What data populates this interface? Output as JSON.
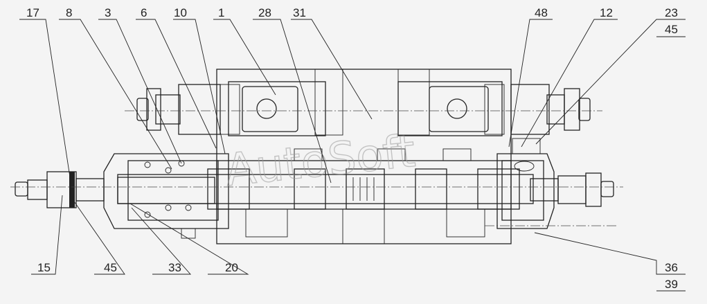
{
  "drawing": {
    "watermark": "AutoSoft",
    "callouts": [
      {
        "id": "c17",
        "text": "17"
      },
      {
        "id": "c8",
        "text": "8"
      },
      {
        "id": "c3",
        "text": "3"
      },
      {
        "id": "c6",
        "text": "6"
      },
      {
        "id": "c10",
        "text": "10"
      },
      {
        "id": "c1",
        "text": "1"
      },
      {
        "id": "c28",
        "text": "28"
      },
      {
        "id": "c31",
        "text": "31"
      },
      {
        "id": "c48",
        "text": "48"
      },
      {
        "id": "c12",
        "text": "12"
      },
      {
        "id": "c23",
        "text": "23"
      },
      {
        "id": "c45a",
        "text": "45"
      },
      {
        "id": "c15",
        "text": "15"
      },
      {
        "id": "c45b",
        "text": "45"
      },
      {
        "id": "c33",
        "text": "33"
      },
      {
        "id": "c20",
        "text": "20"
      },
      {
        "id": "c36",
        "text": "36"
      },
      {
        "id": "c39",
        "text": "39"
      }
    ]
  }
}
